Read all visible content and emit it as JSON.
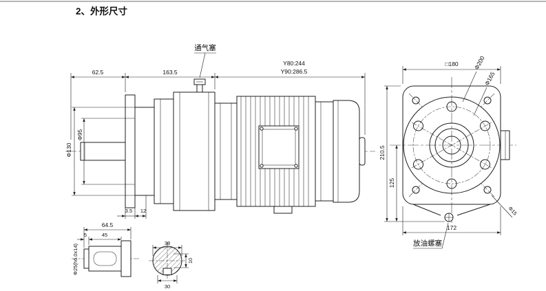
{
  "title": "2、外形尺寸",
  "side_view": {
    "vent_plug": "通气塞",
    "dim_62_5": "62.5",
    "dim_163_5": "163.5",
    "dim_y80": "Y80:244",
    "dim_y90": "Y90:286.5",
    "dim_phi130": "Φ130",
    "dim_phi95": "Φ95",
    "dim_3_5": "3.5",
    "dim_12": "12"
  },
  "shaft_detail": {
    "dim_64_5": "64.5",
    "dim_5": "5",
    "dim_45": "45",
    "shaft_spec": "Φ25(h6.0x14)"
  },
  "key_section": {
    "dim_38": "38",
    "dim_30": "30",
    "dim_10": "10"
  },
  "front_view": {
    "dim_square_180": "□180",
    "dim_phi200": "Φ200",
    "dim_phi165": "Φ165",
    "dim_210_5": "210.5",
    "dim_125": "125",
    "dim_172": "172",
    "drain_plug": "放油螺塞",
    "dim_phi15": "Φ15"
  }
}
